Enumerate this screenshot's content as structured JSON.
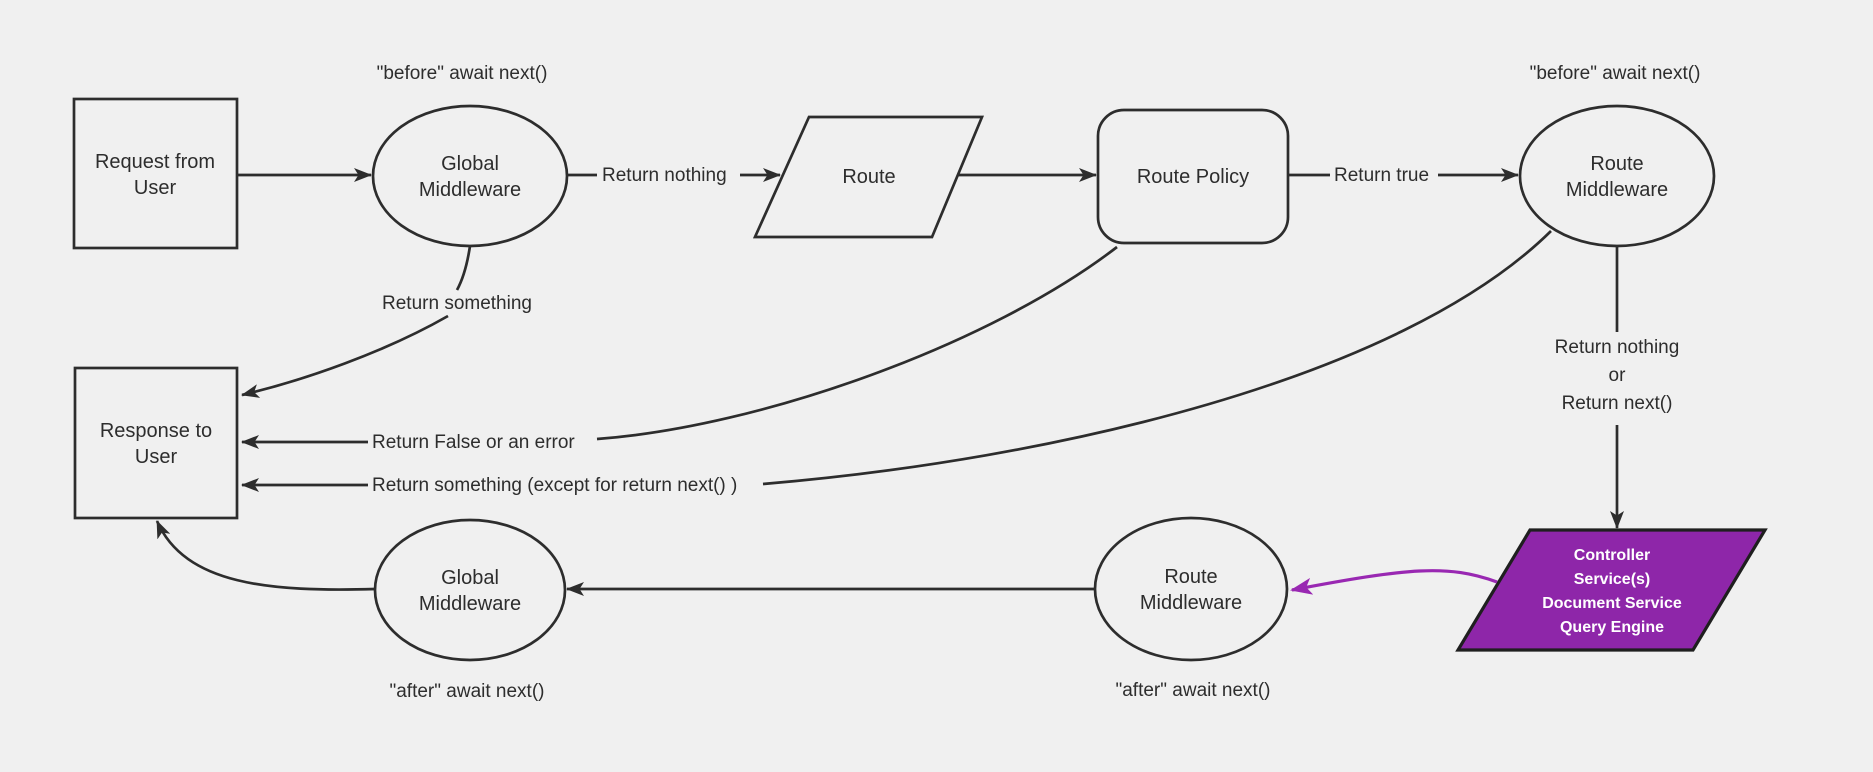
{
  "canvas": {
    "background": "#f0f0f0",
    "line_color": "#2d2d2d",
    "text_color": "#2d2d2d",
    "node_fill": "#f0f0f0",
    "purple_fill": "#8e26a9",
    "purple_border": "#1f1f1f",
    "purple_arrow": "#9928b2",
    "purple_text": "#ffffff"
  },
  "nodes": {
    "request": {
      "shape": "rectangle",
      "lines": [
        "Request from",
        "User"
      ]
    },
    "global_middleware_before": {
      "shape": "ellipse",
      "lines": [
        "Global",
        "Middleware"
      ]
    },
    "route": {
      "shape": "parallelogram",
      "lines": [
        "Route"
      ]
    },
    "route_policy": {
      "shape": "rounded-rectangle",
      "lines": [
        "Route Policy"
      ]
    },
    "route_middleware_before": {
      "shape": "ellipse",
      "lines": [
        "Route",
        "Middleware"
      ]
    },
    "controller_services": {
      "shape": "parallelogram",
      "lines": [
        "Controller",
        "Service(s)",
        "Document Service",
        "Query Engine"
      ]
    },
    "route_middleware_after": {
      "shape": "ellipse",
      "lines": [
        "Route",
        "Middleware"
      ]
    },
    "global_middleware_after": {
      "shape": "ellipse",
      "lines": [
        "Global",
        "Middleware"
      ]
    },
    "response": {
      "shape": "rectangle",
      "lines": [
        "Response to",
        "User"
      ]
    }
  },
  "annotations": {
    "before_await_global": "\"before\" await next()",
    "before_await_route": "\"before\" await next()",
    "after_await_route": "\"after\" await next()",
    "after_await_global": "\"after\" await next()"
  },
  "edge_labels": {
    "return_nothing": "Return nothing",
    "return_true": "Return true",
    "return_something": "Return something",
    "return_false_or_error": "Return False or an error",
    "return_something_except": "Return something (except for return next() )",
    "return_nothing_or": [
      "Return nothing",
      "or",
      "Return next()"
    ]
  }
}
